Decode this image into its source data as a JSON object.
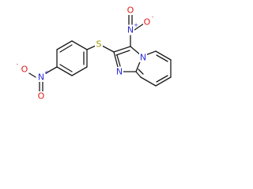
{
  "molecule": {
    "atoms": {
      "s1": {
        "text": "S",
        "color": "#9a9a00"
      },
      "n_nitro_top": {
        "text": "N",
        "charge": "+",
        "color": "#2b2bd9"
      },
      "o_top": {
        "text": "O",
        "color": "#e01b1b"
      },
      "o_top_minus": {
        "text": "O",
        "charge": "-",
        "color": "#e01b1b"
      },
      "n_bridge": {
        "text": "N",
        "color": "#2b2bd9"
      },
      "n_ring": {
        "text": "N",
        "color": "#2b2bd9"
      },
      "n_nitro_left": {
        "text": "N",
        "charge": "+",
        "color": "#2b2bd9"
      },
      "o_left": {
        "text": "O",
        "color": "#e01b1b"
      },
      "o_left_minus": {
        "text": "O",
        "charge": "-",
        "color": "#e01b1b"
      }
    },
    "bond_color": "#1a1a1a"
  }
}
